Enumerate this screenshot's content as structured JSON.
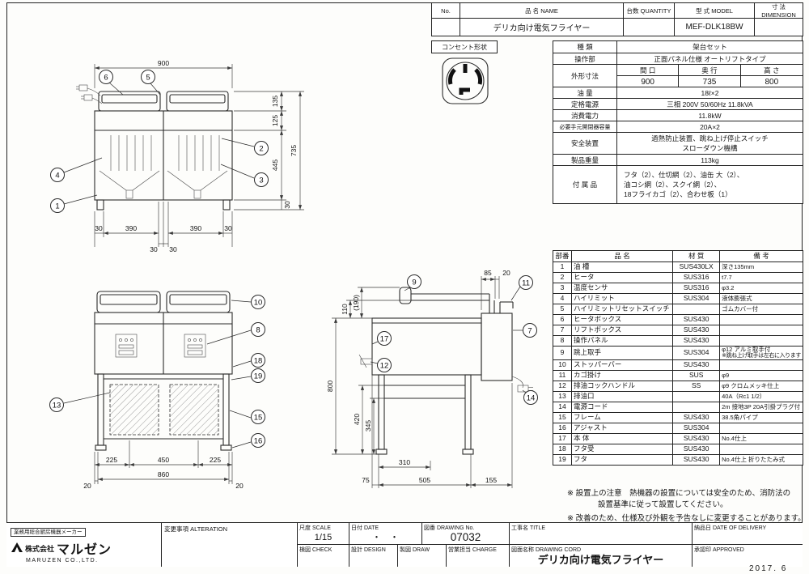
{
  "header_table": {
    "no_label": "No.",
    "name_label": "品 名 NAME",
    "qty_label": "台数 QUANTITY",
    "model_label": "型 式 MODEL",
    "dim_label": "寸 法 DIMENSION",
    "name_value": "デリカ向け電気フライヤー",
    "qty_value": "",
    "model_value": "MEF-DLK18BW",
    "dim_value": ""
  },
  "outlet": {
    "title": "コンセント形状"
  },
  "spec": {
    "kind_label": "種 類",
    "kind_value": "架台セット",
    "panel_label": "操作部",
    "panel_value": "正面パネル仕様 オートリフトタイプ",
    "dims_label": "外形寸法",
    "dims_w_label": "間 口",
    "dims_d_label": "奥 行",
    "dims_h_label": "高 さ",
    "dims_w": "900",
    "dims_d": "735",
    "dims_h": "800",
    "oil_label": "油 量",
    "oil_value": "18ℓ×2",
    "power_label": "定格電源",
    "power_value": "三相 200V 50/60Hz 11.8kVA",
    "consumption_label": "消費電力",
    "consumption_value": "11.8kW",
    "breaker_label": "必要手元開閉器容量",
    "breaker_value": "20A×2",
    "safety_label": "安全装置",
    "safety_value_line1": "過熱防止装置、跳ね上げ停止スイッチ",
    "safety_value_line2": "スローダウン機構",
    "weight_label": "製品重量",
    "weight_value": "113kg",
    "accessories_label": "付 属 品",
    "accessories_line1": "フタ（2）、仕切網（2）、油缶 大（2）、",
    "accessories_line2": "油コシ網（2）、スクイ網（2）、",
    "accessories_line3": "18フライカゴ（2）、合わせ板（1）"
  },
  "parts": {
    "headers": {
      "no": "部番",
      "name": "品 名",
      "material": "材 質",
      "note": "備 考"
    },
    "rows": [
      {
        "no": "1",
        "name": "油 槽",
        "material": "SUS430LX",
        "note": "深さ135mm"
      },
      {
        "no": "2",
        "name": "ヒータ",
        "material": "SUS316",
        "note": "t7.7"
      },
      {
        "no": "3",
        "name": "温度センサ",
        "material": "SUS316",
        "note": "φ3.2"
      },
      {
        "no": "4",
        "name": "ハイリミット",
        "material": "SUS304",
        "note": "液体膨張式"
      },
      {
        "no": "5",
        "name": "ハイリミットリセットスイッチ",
        "material": "",
        "note": "ゴムカバー付"
      },
      {
        "no": "6",
        "name": "ヒータボックス",
        "material": "SUS430",
        "note": ""
      },
      {
        "no": "7",
        "name": "リフトボックス",
        "material": "SUS430",
        "note": ""
      },
      {
        "no": "8",
        "name": "操作パネル",
        "material": "SUS430",
        "note": ""
      },
      {
        "no": "9",
        "name": "跳上取手",
        "material": "SUS304",
        "note": "φ12 アルミ取手付",
        "note2": "※跳ね上げ取手は左右に入ります"
      },
      {
        "no": "10",
        "name": "ストッパーバー",
        "material": "SUS430",
        "note": ""
      },
      {
        "no": "11",
        "name": "カゴ掛け",
        "material": "SUS",
        "note": "φ9"
      },
      {
        "no": "12",
        "name": "排油コックハンドル",
        "material": "SS",
        "note": "φ9 クロムメッキ仕上"
      },
      {
        "no": "13",
        "name": "排油口",
        "material": "",
        "note": "40A（Rc1 1/2）"
      },
      {
        "no": "14",
        "name": "電源コード",
        "material": "",
        "note": "2m 接地3P 20A引掛プラグ付"
      },
      {
        "no": "15",
        "name": "フレーム",
        "material": "SUS430",
        "note": "38.5角パイプ"
      },
      {
        "no": "16",
        "name": "アジャスト",
        "material": "SUS304",
        "note": ""
      },
      {
        "no": "17",
        "name": "本 体",
        "material": "SUS430",
        "note": "No.4仕上"
      },
      {
        "no": "18",
        "name": "フタ受",
        "material": "SUS430",
        "note": ""
      },
      {
        "no": "19",
        "name": "フタ",
        "material": "SUS430",
        "note": "No.4仕上 折りたたみ式"
      }
    ]
  },
  "notes": {
    "line1": "※ 設置上の注意　熱機器の設置については安全のため、消防法の",
    "line2": "設置基準に従って設置してください。",
    "line3": "※ 改善のため、仕様及び外観を予告なしに変更することがあります。"
  },
  "title_block": {
    "company_tagline": "業務用総合厨房機器メーカー",
    "company_name_prefix": "株式会社",
    "company_name": "マルゼン",
    "company_en": "MARUZEN  CO.,LTD.",
    "alteration_label": "変更事項 ALTERATION",
    "scale_label": "尺度 SCALE",
    "scale_value": "1/15",
    "date_label": "日付 DATE",
    "date_value": "・　・",
    "drawing_no_label": "図番 DRAWING No.",
    "drawing_no_value": "07032",
    "title_label": "工事名 TITLE",
    "delivery_label": "納品日 DATE OF DELIVERY",
    "check_label": "検図 CHECK",
    "design_label": "設計 DESIGN",
    "draw_label": "製図 DRAW",
    "charge_label": "営業担当 CHARGE",
    "drawing_name_label": "図面名称 DRAWING CORD",
    "drawing_name_value": "デリカ向け電気フライヤー",
    "approved_label": "承認印 APPROVED",
    "date_note": "2017. 6"
  },
  "drawings": {
    "d1": {
      "dims": {
        "w900": "900",
        "v135": "135",
        "v125": "125",
        "v445": "445",
        "v735": "735",
        "v30": "30",
        "b30l": "30",
        "b390l": "390",
        "b390r": "390",
        "b30r": "30",
        "c30a": "30",
        "c30b": "30"
      },
      "callouts": {
        "c1": "1",
        "c2": "2",
        "c3": "3",
        "c4": "4",
        "c5": "5",
        "c6": "6"
      }
    },
    "d2": {
      "dims": {
        "b225l": "225",
        "b450": "450",
        "b225r": "225",
        "b20l": "20",
        "b860": "860",
        "b20r": "20"
      },
      "callouts": {
        "c8": "8",
        "c10": "10",
        "c13": "13",
        "c15": "15",
        "c16": "16",
        "c18": "18",
        "c19": "19"
      }
    },
    "d3": {
      "dims": {
        "t85": "85",
        "t20": "20",
        "v190": "(190)",
        "v110": "110",
        "v800": "800",
        "v420": "420",
        "v345": "345",
        "b310": "310",
        "b75": "75",
        "b505": "505",
        "b155": "155"
      },
      "callouts": {
        "c7": "7",
        "c9": "9",
        "c11": "11",
        "c12": "12",
        "c14": "14",
        "c17": "17"
      }
    }
  }
}
